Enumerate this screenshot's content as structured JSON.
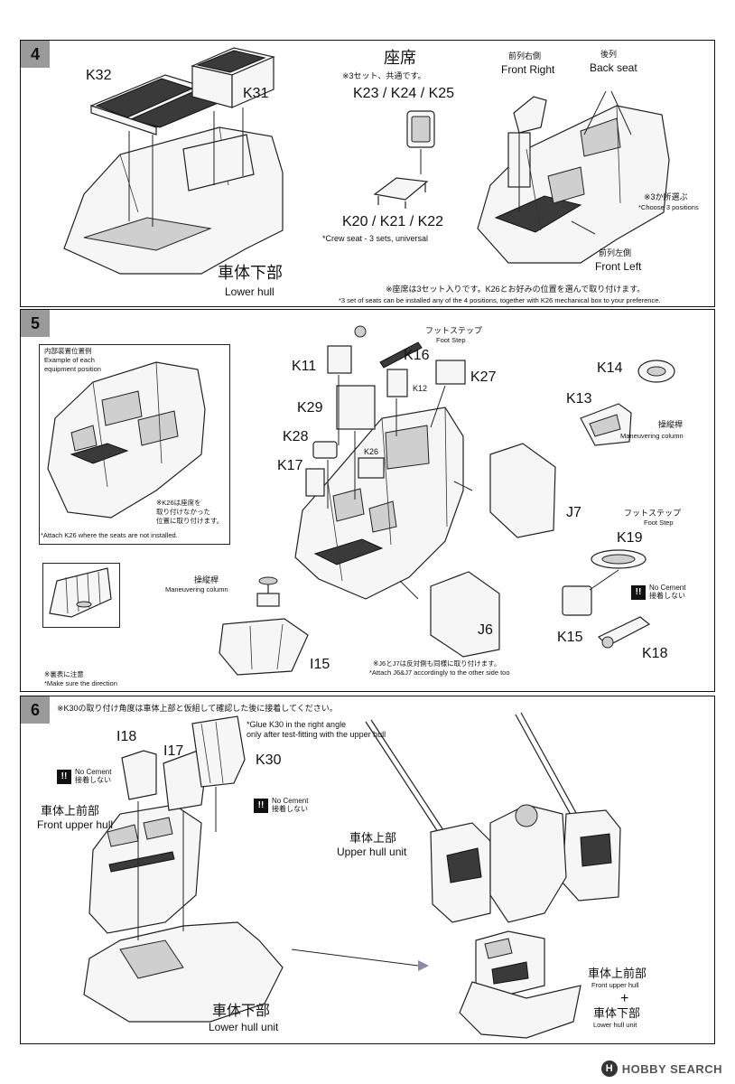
{
  "steps": [
    {
      "number": "4",
      "labels": {
        "k32": "K32",
        "k31": "K31",
        "seat_title": "座席",
        "seat_note_jp": "※3セット、共通です。",
        "seat_top_parts": "K23 / K24 / K25",
        "seat_bottom_parts": "K20 / K21 / K22",
        "crew_seat_en": "*Crew seat - 3 sets, universal",
        "front_right_jp": "前列右側",
        "front_right_en": "Front Right",
        "back_seat_jp": "後列",
        "back_seat_en": "Back seat",
        "choose_jp": "※3か所選ぶ",
        "choose_en": "*Choose 3 positions",
        "front_left_jp": "前列左側",
        "front_left_en": "Front Left",
        "lower_hull_jp": "車体下部",
        "lower_hull_en": "Lower hull",
        "note_jp": "※座席は3セット入りです。K26とお好みの位置を選んで取り付けます。",
        "note_en": "*3 set of seats can be installed any of the 4 positions, together with K26 mechanical box to your preference."
      }
    },
    {
      "number": "5",
      "labels": {
        "inset_title_jp": "内部装置位置例",
        "inset_title_en1": "Example of each",
        "inset_title_en2": "equipment position",
        "inset_note_jp1": "※K26は座席を",
        "inset_note_jp2": "取り付けなかった",
        "inset_note_jp3": "位置に取り付けます。",
        "inset_note_en": "*Attach K26 where the seats are not installed.",
        "reverse_jp": "※裏表に注意",
        "reverse_en": "*Make sure the direction",
        "foot_step_jp": "フットステップ",
        "foot_step_en": "Foot Step",
        "k16": "K16",
        "k11": "K11",
        "k27": "K27",
        "k12": "K12",
        "k29": "K29",
        "k28": "K28",
        "k26": "K26",
        "k17": "K17",
        "k14": "K14",
        "k13": "K13",
        "column_jp": "操縦桿",
        "column_en": "Maneuvering column",
        "j7": "J7",
        "j6": "J6",
        "i15": "I15",
        "column2_jp": "操縦桿",
        "column2_en": "Maneuvering column",
        "foot_step2_jp": "フットステップ",
        "foot_step2_en": "Foot Step",
        "k19": "K19",
        "no_cement_mark": "!!",
        "no_cement_en": "No Cement",
        "no_cement_jp": "接着しない",
        "k15": "K15",
        "k18": "K18",
        "j_note_jp": "※J6とJ7は反対側も同様に取り付けます。",
        "j_note_en": "*Attach J6&J7 accordingly to the other side too"
      }
    },
    {
      "number": "6",
      "labels": {
        "k30_note_jp": "※K30の取り付け角度は車体上部と仮組して確認した後に接着してください。",
        "k30_note_en1": "*Glue K30 in the right angle",
        "k30_note_en2": "only after test-fitting with the upper hull",
        "i18": "I18",
        "i17": "I17",
        "k30": "K30",
        "no_cement_mark": "!!",
        "no_cement_en": "No Cement",
        "no_cement_jp": "接着しない",
        "front_upper_jp": "車体上前部",
        "front_upper_en": "Front upper hull",
        "upper_unit_jp": "車体上部",
        "upper_unit_en": "Upper hull unit",
        "lower_unit_jp": "車体下部",
        "lower_unit_en": "Lower hull unit",
        "front_upper2_jp": "車体上前部",
        "front_upper2_en": "Front upper hull",
        "plus": "+",
        "lower2_jp": "車体下部",
        "lower2_en": "Lower hull unit"
      }
    }
  ],
  "watermark": {
    "logo": "H",
    "text": "HOBBY SEARCH"
  }
}
